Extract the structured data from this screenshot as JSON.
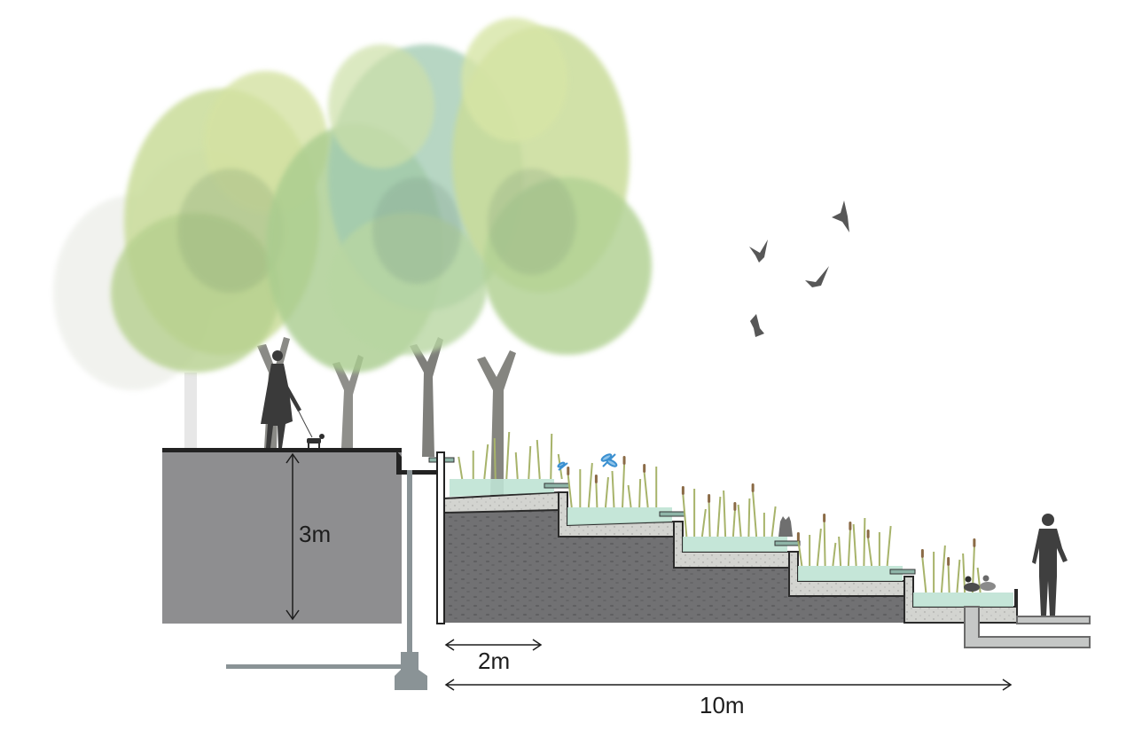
{
  "dimensions": {
    "height_label": "3m",
    "step_width_label": "2m",
    "total_width_label": "10m"
  },
  "colors": {
    "soil": "#8e8e90",
    "soil_dark": "#6f6f71",
    "concrete": "#cfd0cc",
    "water": "#bfe3d4",
    "pipe": "#8a9396",
    "foliage_light": "#c9dc9a",
    "foliage_mid": "#a9cc8e",
    "foliage_teal": "#9fc9b0",
    "trunk": "#7b7b78",
    "silhouette": "#3a3a3a",
    "reed": "#a7b36a",
    "cattail": "#8a6a45",
    "dragonfly": "#3a8fd0",
    "bird": "#555555"
  },
  "icons": {
    "person_walking": "person-walking-icon",
    "dog": "dog-icon",
    "person_standing": "person-standing-icon",
    "cat": "cat-icon",
    "ducks": "duck-icon",
    "birds": "bird-icon",
    "dragonflies": "dragonfly-icon"
  }
}
